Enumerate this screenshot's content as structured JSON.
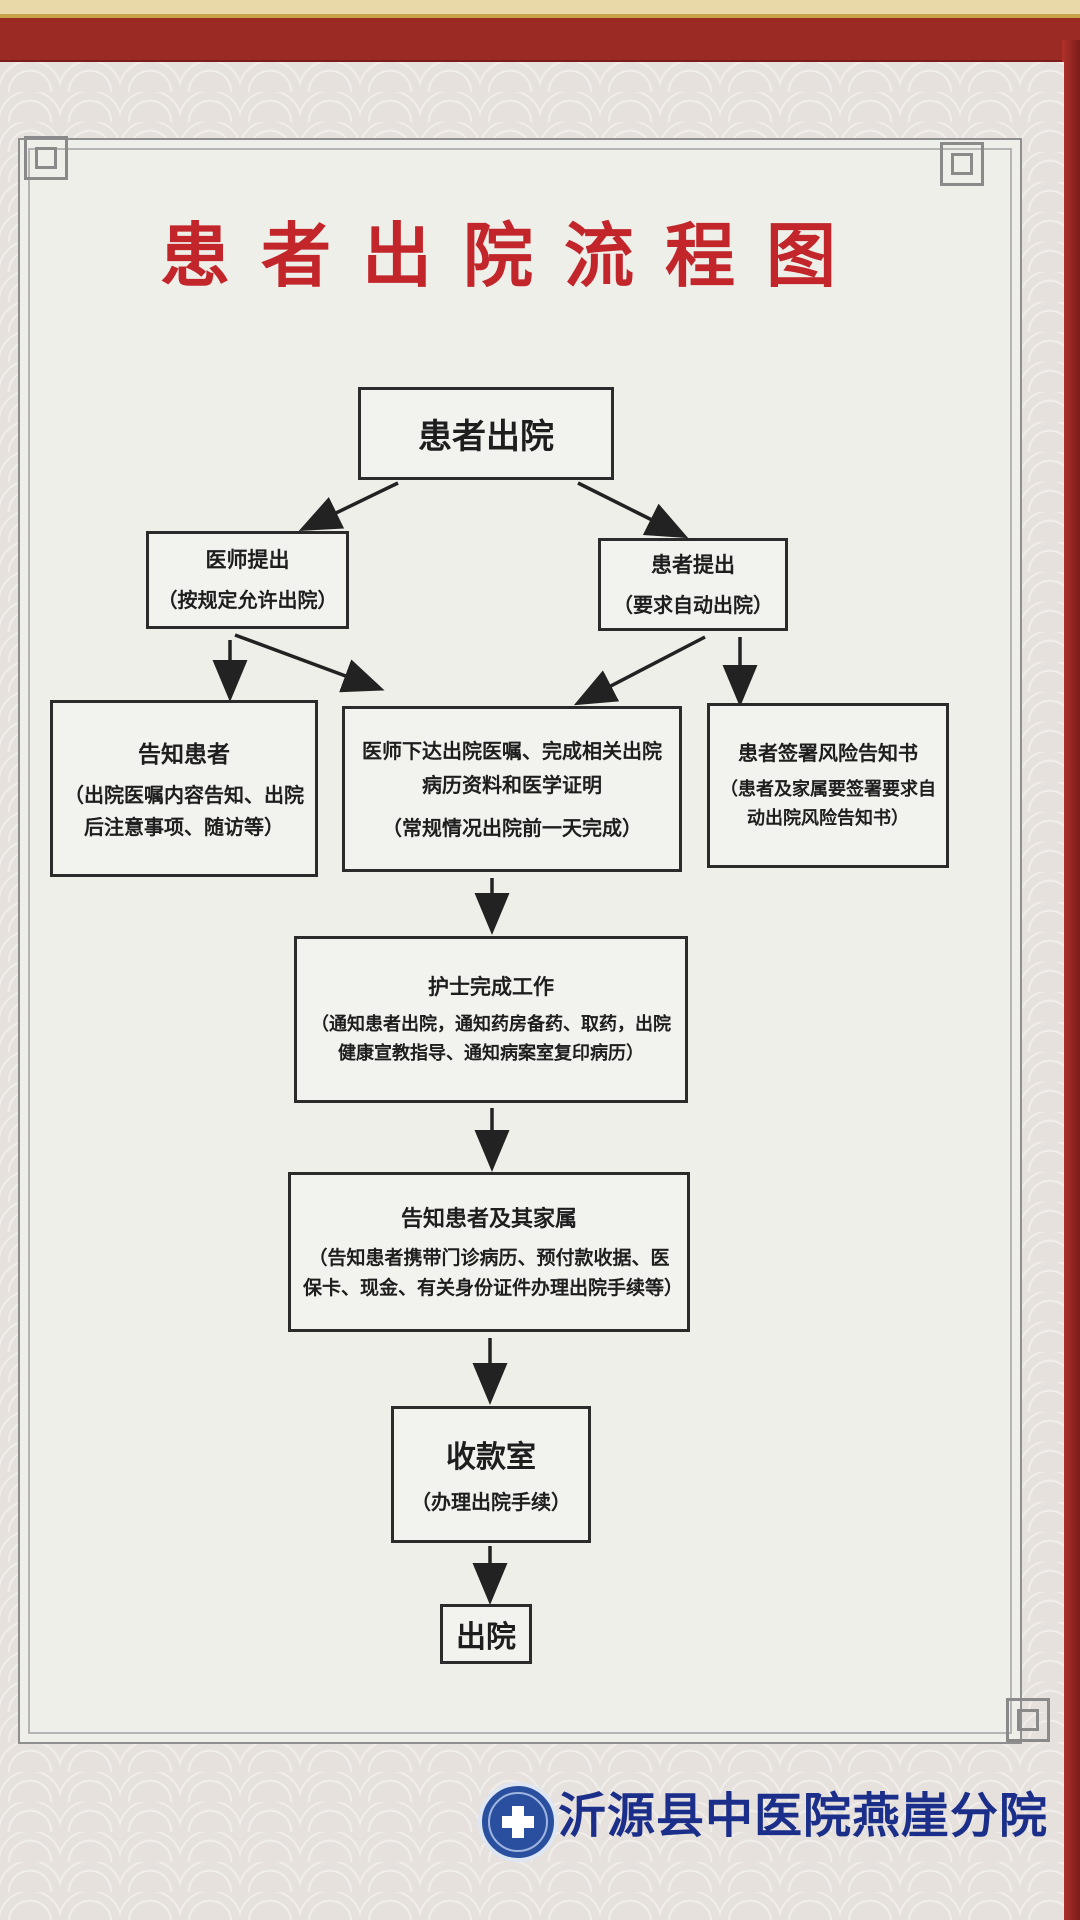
{
  "title": "患者出院流程图",
  "nodes": {
    "start": {
      "label": "患者出院"
    },
    "doctor_propose": {
      "label": "医师提出",
      "note": "（按规定允许出院）"
    },
    "patient_propose": {
      "label": "患者提出",
      "note": "（要求自动出院）"
    },
    "inform_patient": {
      "label": "告知患者",
      "note": "（出院医嘱内容告知、出院后注意事项、随访等）"
    },
    "doctor_order": {
      "label": "医师下达出院医嘱、完成相关出院病历资料和医学证明",
      "note": "（常规情况出院前一天完成）"
    },
    "sign_risk": {
      "label": "患者签署风险告知书",
      "note": "（患者及家属要签署要求自动出院风险告知书）"
    },
    "nurse_work": {
      "label": "护士完成工作",
      "note": "（通知患者出院，通知药房备药、取药，出院健康宣教指导、通知病案室复印病历）"
    },
    "inform_family": {
      "label": "告知患者及其家属",
      "note": "（告知患者携带门诊病历、预付款收据、医保卡、现金、有关身份证件办理出院手续等）"
    },
    "cashier": {
      "label": "收款室",
      "note": "（办理出院手续）"
    },
    "end": {
      "label": "出院"
    }
  },
  "edges": [
    [
      "start",
      "doctor_propose"
    ],
    [
      "start",
      "patient_propose"
    ],
    [
      "doctor_propose",
      "inform_patient"
    ],
    [
      "doctor_propose",
      "doctor_order"
    ],
    [
      "patient_propose",
      "doctor_order"
    ],
    [
      "patient_propose",
      "sign_risk"
    ],
    [
      "doctor_order",
      "nurse_work"
    ],
    [
      "nurse_work",
      "inform_family"
    ],
    [
      "inform_family",
      "cashier"
    ],
    [
      "cashier",
      "end"
    ]
  ],
  "footer": {
    "hospital": "沂源县中医院燕崖分院"
  },
  "colors": {
    "title": "#c2262b",
    "footer": "#1b2f8a",
    "border": "#2b2b2b"
  }
}
